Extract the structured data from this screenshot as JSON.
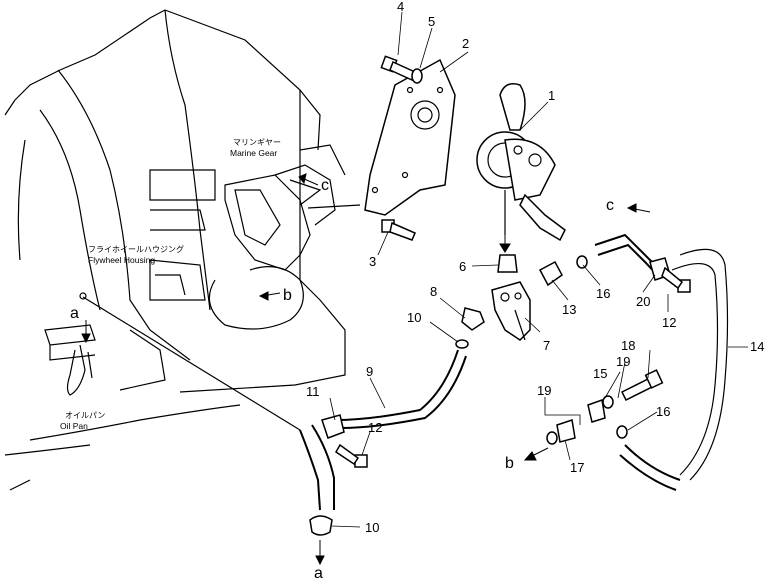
{
  "callouts": {
    "n1": "1",
    "n2": "2",
    "n3": "3",
    "n4": "4",
    "n5": "5",
    "n6": "6",
    "n7": "7",
    "n8": "8",
    "n9": "9",
    "n10a": "10",
    "n10b": "10",
    "n11": "11",
    "n12a": "12",
    "n12b": "12",
    "n13": "13",
    "n14": "14",
    "n15": "15",
    "n16a": "16",
    "n16b": "16",
    "n17": "17",
    "n18": "18",
    "n19a": "19",
    "n19b": "19",
    "n20": "20"
  },
  "letters": {
    "a_top": "a",
    "a_bottom": "a",
    "b_left": "b",
    "b_right": "b",
    "c_left": "c",
    "c_right": "c"
  },
  "labels": {
    "marine_gear_jp": "マリンギヤー",
    "marine_gear_en": "Marine Gear",
    "flywheel_housing_jp": "フライホイールハウジング",
    "flywheel_housing_en": "Flywheel Housing",
    "oil_pan_jp": "オイルパン",
    "oil_pan_en": "Oil Pan"
  }
}
